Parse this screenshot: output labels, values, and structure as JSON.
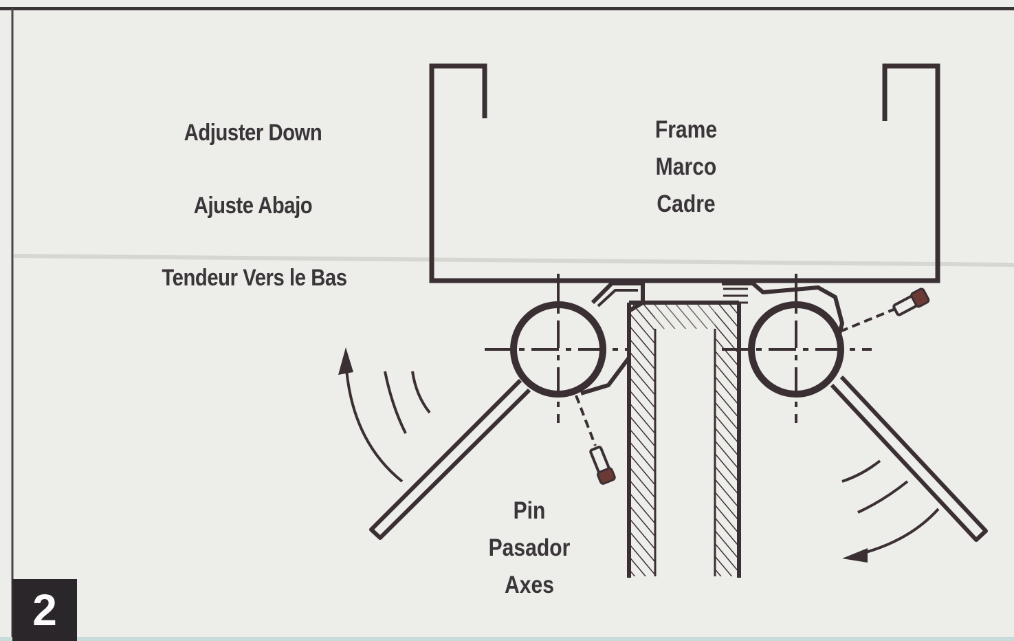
{
  "figure_number": "2",
  "labels": {
    "adjuster": [
      "Adjuster Down",
      "Ajuste Abajo",
      "Tendeur Vers le Bas"
    ],
    "frame": [
      "Frame",
      "Marco",
      "Cadre"
    ],
    "pin": [
      "Pin",
      "Pasador",
      "Axes"
    ]
  },
  "colors": {
    "background": "#ededea",
    "ink": "#3a2f33",
    "label_text": "#3a3538",
    "pin_tip": "#6b3a35"
  }
}
